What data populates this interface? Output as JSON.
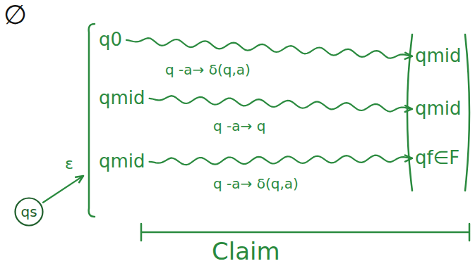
{
  "diagram": {
    "nodes": [
      {
        "text": [
          "qs"
        ]
      },
      {
        "text": []
      },
      {
        "text": [
          "q0"
        ],
        "in": 1
      },
      {
        "text": [
          "qmid"
        ],
        "in": 1
      },
      {
        "text": [
          "qmid"
        ],
        "in": 1
      },
      {
        "text": []
      },
      {
        "text": [
          "qmid"
        ],
        "in": 5
      },
      {
        "text": [
          "qmid"
        ],
        "in": 5
      },
      {
        "text": [
          "qf∈F"
        ],
        "in": 5
      }
    ],
    "edges": [
      {
        "from": 0,
        "to": 1,
        "label": "ε",
        "arrow": "to"
      },
      {
        "from": 2,
        "to": 6,
        "label": "q -a→ δ(q,a)",
        "arrow": "to"
      },
      {
        "from": 3,
        "to": 7,
        "label": "q -a→ q",
        "arrow": "to"
      },
      {
        "from": 4,
        "to": 8,
        "label": "q -a→ δ(q,a)",
        "arrow": "to"
      }
    ],
    "labels": [
      "∅",
      "Claim"
    ]
  }
}
